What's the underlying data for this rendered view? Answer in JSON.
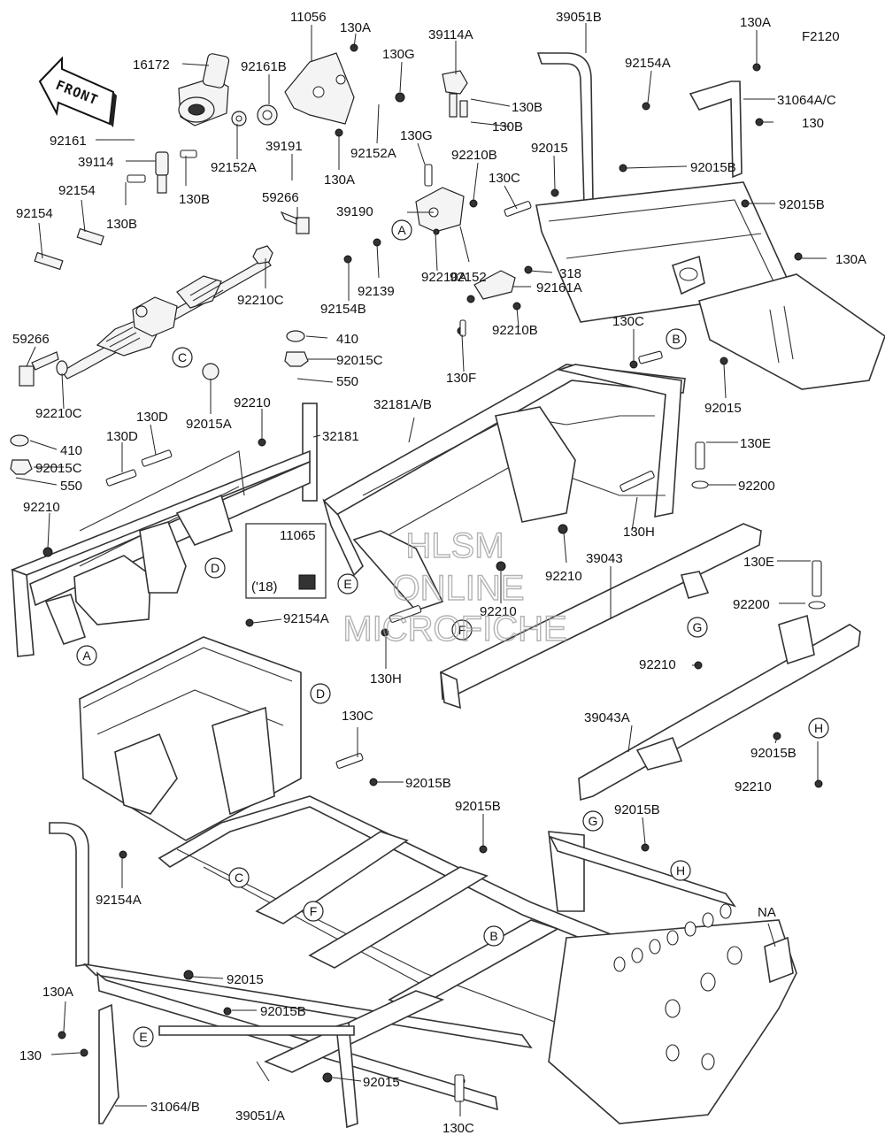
{
  "diagram": {
    "code": "F2120",
    "front_label": "FRONT",
    "year_box": {
      "part": "11065",
      "note": "('18)"
    },
    "watermark": {
      "line1": "HLSM",
      "line2": "ONLINE",
      "line3": "MICROFICHE"
    },
    "callouts": [
      "A",
      "A",
      "B",
      "B",
      "C",
      "C",
      "D",
      "D",
      "E",
      "E",
      "F",
      "F",
      "G",
      "G",
      "H",
      "H"
    ],
    "labels": {
      "l11056": "11056",
      "l130A_1": "130A",
      "l39114A": "39114A",
      "l39051B": "39051B",
      "l130A_2": "130A",
      "l16172": "16172",
      "l92161B": "92161B",
      "l130G_1": "130G",
      "l130B_1": "130B",
      "l130B_2": "130B",
      "l92154A_1": "92154A",
      "l31064AC": "31064A/C",
      "l130_1": "130",
      "l92161": "92161",
      "l39191": "39191",
      "l92152A_1": "92152A",
      "l92152A_2": "92152A",
      "l130A_3": "130A",
      "l130G_2": "130G",
      "l92210B_1": "92210B",
      "l92015_1": "92015",
      "l92015B_1": "92015B",
      "l92015B_2": "92015B",
      "l39114": "39114",
      "l130B_3": "130B",
      "l130B_4": "130B",
      "l92154_1": "92154",
      "l59266_1": "59266",
      "l130C_1": "130C",
      "l39190": "39190",
      "l130A_4": "130A",
      "l92154_2": "92154",
      "l92152": "92152",
      "l318": "318",
      "l92139": "92139",
      "l92210A": "92210A",
      "l92161A": "92161A",
      "l92154B": "92154B",
      "l92210C_1": "92210C",
      "l92210B_2": "92210B",
      "l130C_2": "130C",
      "l410_1": "410",
      "l59266_2": "59266",
      "l92015C_1": "92015C",
      "l130F": "130F",
      "l92015_2": "92015",
      "l550_1": "550",
      "l92210C_2": "92210C",
      "l92015A": "92015A",
      "l32181AB": "32181A/B",
      "l130D_1": "130D",
      "l92210_1": "92210",
      "l32181": "32181",
      "l130E_1": "130E",
      "l130D_2": "130D",
      "l410_2": "410",
      "l92200_1": "92200",
      "l92015C_2": "92015C",
      "l550_2": "550",
      "l130H_1": "130H",
      "l92210_2": "92210",
      "l39043": "39043",
      "l92210_3": "92210",
      "l130E_2": "130E",
      "l92210_4": "92210",
      "l92200_2": "92200",
      "l92154A_2": "92154A",
      "l130H_2": "130H",
      "l92210_5": "92210",
      "l130C_3": "130C",
      "l39043A": "39043A",
      "l92015B_3": "92015B",
      "l92015B_4": "92015B",
      "l92210_6": "92210",
      "l92015B_5": "92015B",
      "l92015B_6": "92015B",
      "l92154A_3": "92154A",
      "lNA": "NA",
      "l92015_3": "92015",
      "l130A_5": "130A",
      "l92015B_7": "92015B",
      "l130_2": "130",
      "l92015_4": "92015",
      "l31064B": "31064/B",
      "l39051A": "39051/A",
      "l130C_4": "130C"
    }
  }
}
